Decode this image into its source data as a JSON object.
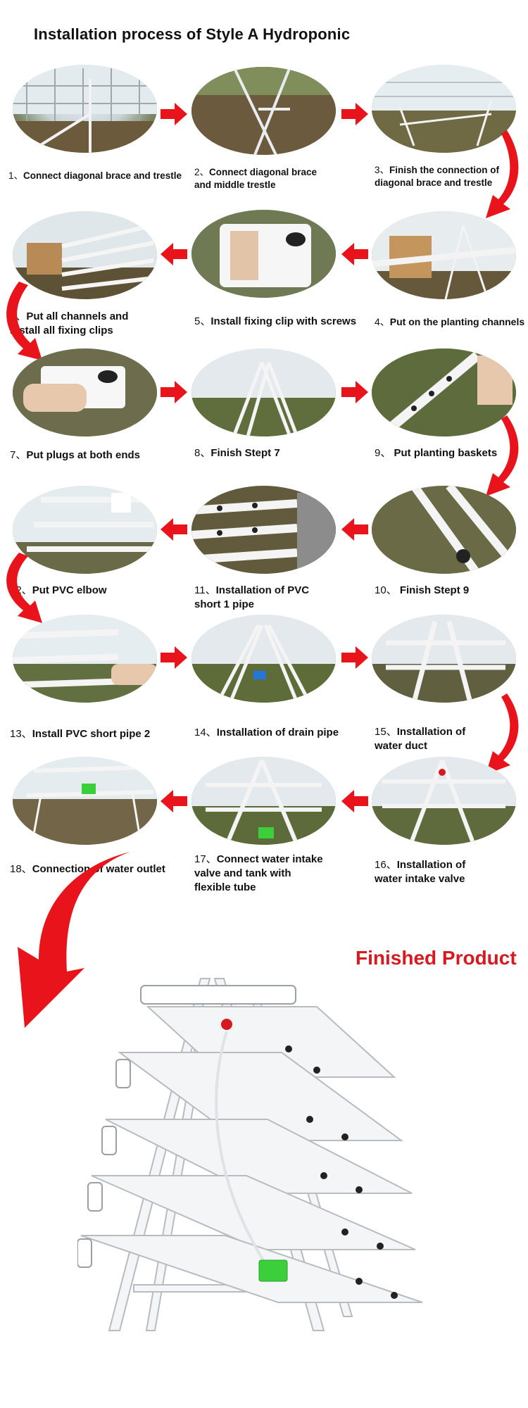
{
  "title": "Installation process of Style A Hydroponic",
  "steps": [
    {
      "num": "1、",
      "text": "Connect diagonal brace and trestle"
    },
    {
      "num": "2、",
      "text": "Connect diagonal brace\nand middle trestle"
    },
    {
      "num": "3、",
      "text": "Finish the connection of\n diagonal brace and trestle"
    },
    {
      "num": "4、",
      "text": "Put on the planting channels"
    },
    {
      "num": "5、",
      "text": "Install fixing clip with screws"
    },
    {
      "num": "6、",
      "text": "Put all channels and\ninstall all fixing clips"
    },
    {
      "num": "7、",
      "text": "Put plugs at both ends"
    },
    {
      "num": "8、",
      "text": "Finish Stept 7"
    },
    {
      "num": "9、",
      "text": " Put planting baskets"
    },
    {
      "num": "10、",
      "text": " Finish Stept 9"
    },
    {
      "num": "11、",
      "text": "Installation of PVC\nshort 1 pipe"
    },
    {
      "num": "12、",
      "text": "Put PVC elbow"
    },
    {
      "num": "13、",
      "text": "Install PVC short pipe 2"
    },
    {
      "num": "14、",
      "text": "Installation of drain pipe"
    },
    {
      "num": "15、",
      "text": "Installation of\nwater duct"
    },
    {
      "num": "16、",
      "text": "Installation of\nwater intake valve"
    },
    {
      "num": "17、",
      "text": "Connect water intake\n valve and tank with\nflexible tube"
    },
    {
      "num": "18、",
      "text": "Connection of water outlet"
    }
  ],
  "finished_label": "Finished Product",
  "colors": {
    "arrow": "#e8131b",
    "finished": "#d71920",
    "frame": "#f4f5f6",
    "tank": "#3ccf3c"
  }
}
